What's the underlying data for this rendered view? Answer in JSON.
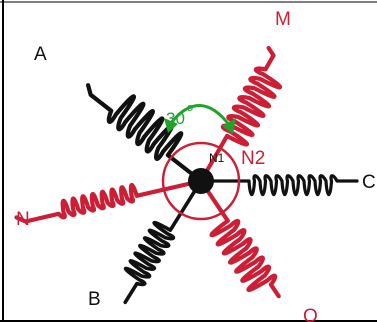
{
  "labels": {
    "A": "A",
    "B": "B",
    "C": "C",
    "M": "M",
    "N": "N",
    "O": "O",
    "N1": "N1",
    "N2": "N2",
    "angle": "30",
    "degree": "o"
  },
  "colors": {
    "black_winding": "#111111",
    "red_winding": "#cc1f36",
    "angle_arrow": "#22a22a",
    "frame": "#000000",
    "background": "#ffffff"
  }
}
